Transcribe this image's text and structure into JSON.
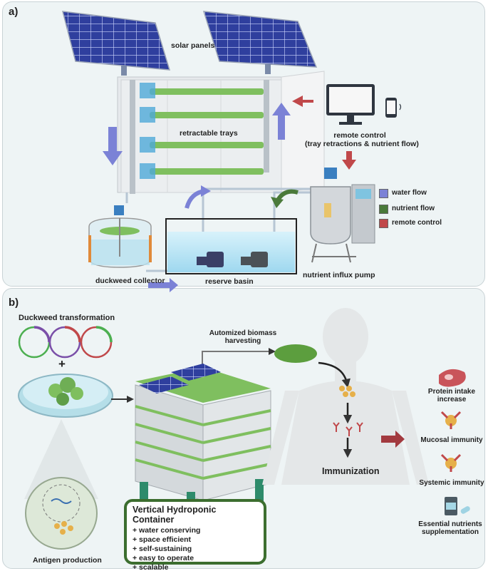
{
  "panel_a": {
    "label": "a)",
    "solar_panels": "solar panels",
    "retractable_trays": "retractable trays",
    "remote_control_line1": "remote control",
    "remote_control_line2": "(tray retractions & nutrient flow)",
    "duckweed_collector": "duckweed collector",
    "reserve_basin": "reserve basin",
    "nutrient_influx_pump": "nutrient influx pump",
    "legend": [
      {
        "label": "water flow",
        "color": "#7b82d6"
      },
      {
        "label": "nutrient flow",
        "color": "#4a7a3a"
      },
      {
        "label": "remote control",
        "color": "#c0484a"
      }
    ]
  },
  "panel_b": {
    "label": "b)",
    "duckweed_transformation": "Duckweed transformation",
    "plus": "+",
    "antigen_production": "Antigen production",
    "harvesting_line1": "Automized biomass",
    "harvesting_line2": "harvesting",
    "immunization": "Immunization",
    "container_title": "Vertical Hydroponic Container",
    "container_features": [
      "+ water conserving",
      "+ space efficient",
      "+ self-sustaining",
      "+ easy to operate",
      "+ scalable"
    ],
    "outcomes": {
      "protein_line1": "Protein intake",
      "protein_line2": "increase",
      "mucosal": "Mucosal immunity",
      "systemic": "Systemic immunity",
      "nutrients_line1": "Essential nutrients",
      "nutrients_line2": "supplementation"
    }
  },
  "colors": {
    "water": "#7b82d6",
    "nutrient": "#4a7a3a",
    "remote": "#c0484a",
    "container_border": "#3c6e2f"
  }
}
